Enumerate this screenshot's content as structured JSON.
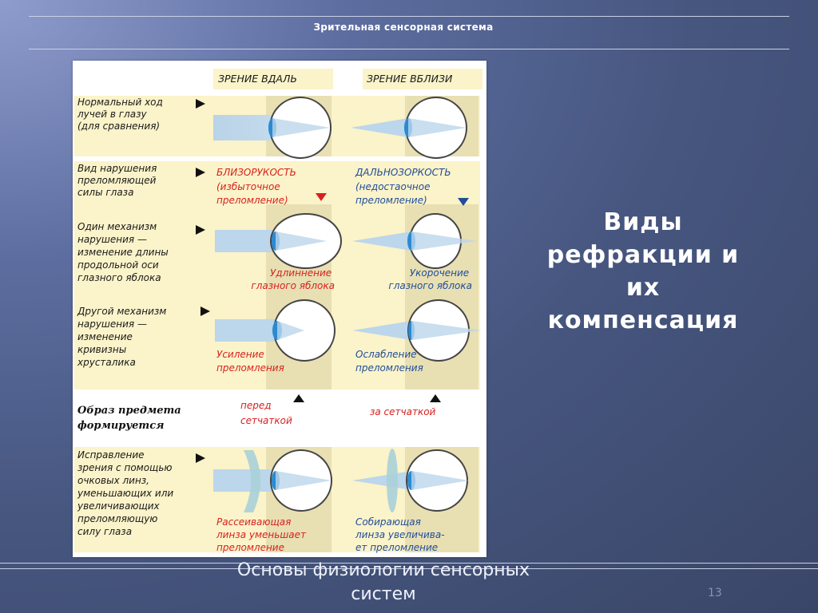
{
  "header": {
    "title": "Зрительная сенсорная система"
  },
  "side_title": "Виды рефракции и их компенсация",
  "footer": {
    "text": "Основы физиологии сенсорных систем",
    "page_number": "13"
  },
  "figure": {
    "col_headers": [
      "ЗРЕНИЕ ВДАЛЬ",
      "ЗРЕНИЕ ВБЛИЗИ"
    ],
    "rows": [
      {
        "label": [
          "Нормальный ход",
          "лучей в глазу",
          "(для сравнения)"
        ]
      },
      {
        "label": [
          "Вид нарушения",
          "преломляющей",
          "силы глаза"
        ],
        "left": [
          "БЛИЗОРУКОСТЬ",
          "(избыточное",
          "преломление)"
        ],
        "right": [
          "ДАЛЬНОЗОРКОСТЬ",
          "(недостаочное",
          "преломление)"
        ]
      },
      {
        "label": [
          "Один механизм",
          "нарушения —",
          "изменение длины",
          "продольной оси",
          "глазного яблока"
        ],
        "left": [
          "Удлиннение",
          "глазного яблока"
        ],
        "right": [
          "Укорочение",
          "глазного яблока"
        ]
      },
      {
        "label": [
          "Другой механизм",
          "нарушения —",
          "изменение",
          "кривизны",
          "хрусталика"
        ],
        "left": [
          "Усиление",
          "преломления"
        ],
        "right": [
          "Ослабление",
          "преломления"
        ]
      },
      {
        "label": [
          "Образ предмета",
          "формируется"
        ],
        "left": [
          "перед",
          "сетчаткой"
        ],
        "right": [
          "за сетчаткой"
        ]
      },
      {
        "label": [
          "Исправление",
          "зрения с помощью",
          "очковых линз,",
          "уменьшающих или",
          "увеличивающих",
          "преломляющую",
          "силу глаза"
        ],
        "left": [
          "Рассеивающая",
          "линза уменьшает",
          "преломление"
        ],
        "right": [
          "Собирающая",
          "линза увеличива-",
          "ет преломление"
        ]
      }
    ]
  },
  "colors": {
    "background": "#4a5a85",
    "panel": "#fbf3c9",
    "accent_red": "#d8211f",
    "accent_blue": "#1f4d9a"
  }
}
